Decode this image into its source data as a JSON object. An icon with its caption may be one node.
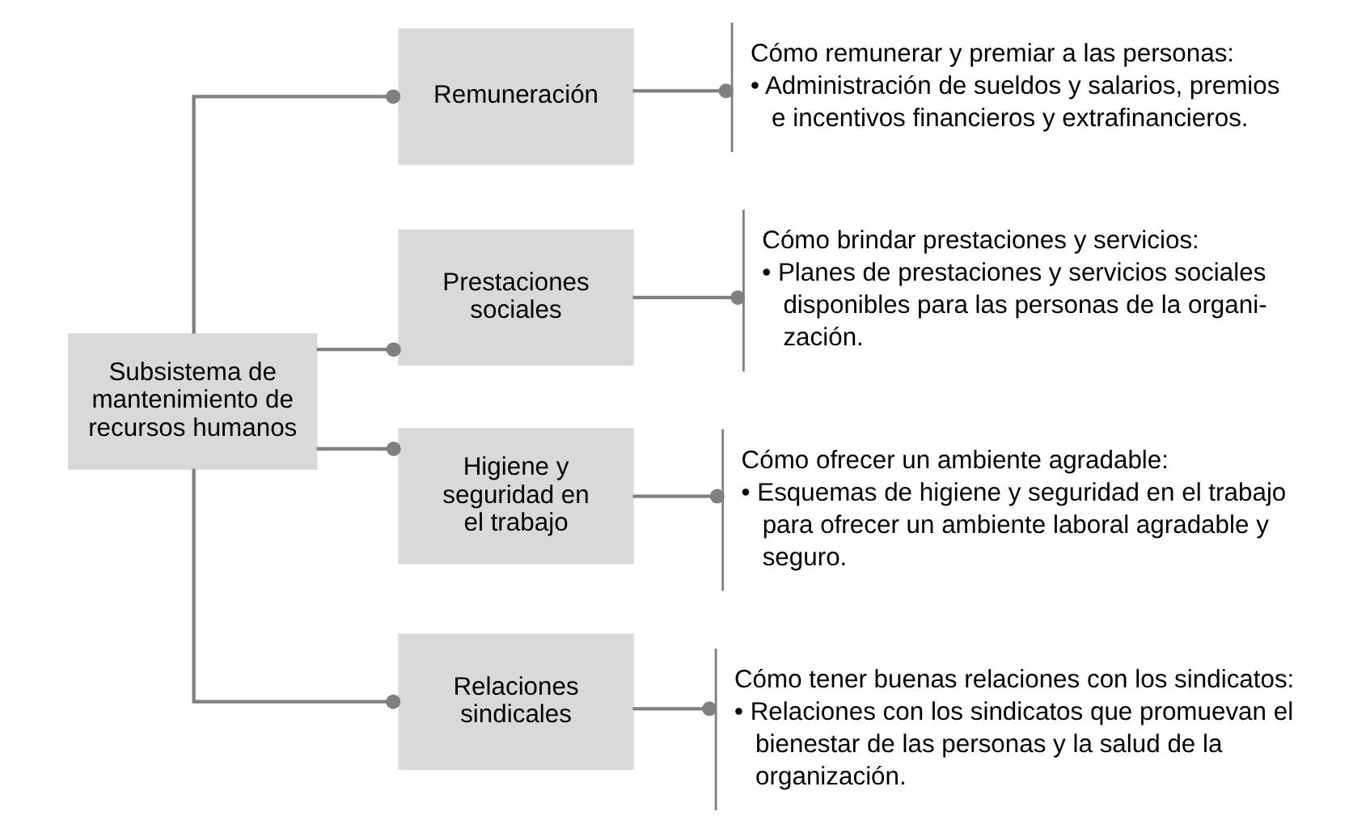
{
  "diagram": {
    "nodes": [
      {
        "text": [
          "Subsistema de mantenimiento de recursos humanos"
        ]
      },
      {
        "text": [
          "Remuneración"
        ]
      },
      {
        "text": [
          "Cómo remunerar y premiar a las personas:",
          "• Administración de sueldos y salarios, premios e incentivos financieros y extrafinancieros."
        ]
      },
      {
        "text": [
          "Prestaciones sociales"
        ]
      },
      {
        "text": [
          "Cómo brindar prestaciones y servicios:",
          "• Planes de prestaciones y servicios sociales disponibles para las personas de la organi- zación."
        ]
      },
      {
        "text": [
          "Higiene y seguridad en el trabajo"
        ]
      },
      {
        "text": [
          "Cómo ofrecer un ambiente agradable:",
          "• Esquemas de higiene y seguridad en el trabajo para ofrecer un ambiente laboral agradable y seguro."
        ]
      },
      {
        "text": [
          "Relaciones sindicales"
        ]
      },
      {
        "text": [
          "Cómo tener buenas relaciones con los sindicatos:",
          "• Relaciones con los sindicatos que promuevan el bienestar de las personas y la salud de la organización."
        ]
      }
    ],
    "edges": [
      {
        "from": 0,
        "to": 1,
        "arrow": "other"
      },
      {
        "from": 0,
        "to": 3,
        "arrow": "other"
      },
      {
        "from": 0,
        "to": 5,
        "arrow": "other"
      },
      {
        "from": 0,
        "to": 7,
        "arrow": "other"
      },
      {
        "from": 1,
        "to": 2,
        "arrow": "other"
      },
      {
        "from": 3,
        "to": 4,
        "arrow": "other"
      },
      {
        "from": 5,
        "to": 6,
        "arrow": "other"
      },
      {
        "from": 7,
        "to": 8,
        "arrow": "other"
      }
    ]
  }
}
